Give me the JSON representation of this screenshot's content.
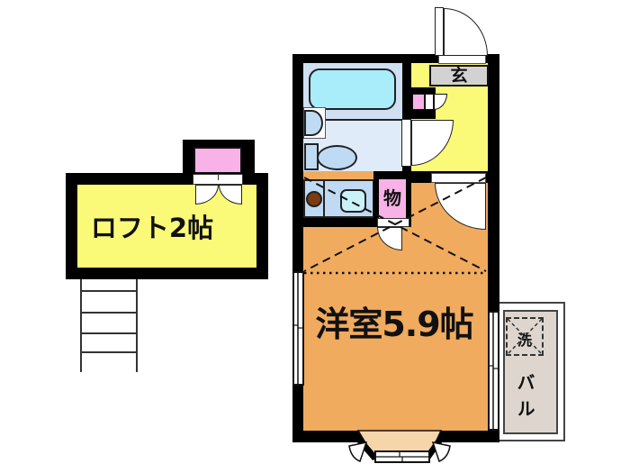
{
  "type": "japanese-apartment-floor-plan",
  "labels": {
    "main_room": "洋室5.9帖",
    "loft": "ロフト2帖",
    "entrance": "玄",
    "storage": "物",
    "washer": "洗",
    "balcony": "バル"
  },
  "colors": {
    "wall": "#000000",
    "room_floor": "#f0ab5f",
    "bay_floor": "#f6d5ab",
    "loft_yellow": "#fafa78",
    "entrance_yellow": "#fafa78",
    "pink": "#f8b2e8",
    "entrance_label_gray": "#d2d2d2",
    "bath_floor": "#cfe0f3",
    "bath_floor_lower": "#e0ebfa",
    "bathtub_cyan": "#a9edfb",
    "fixture_blue": "#bfdbf3",
    "counter_blue": "#bfdaf2",
    "sink_cyan": "#c9f2fa",
    "burner_brown": "#7a3c10",
    "balcony_beige": "#ded6ce"
  }
}
